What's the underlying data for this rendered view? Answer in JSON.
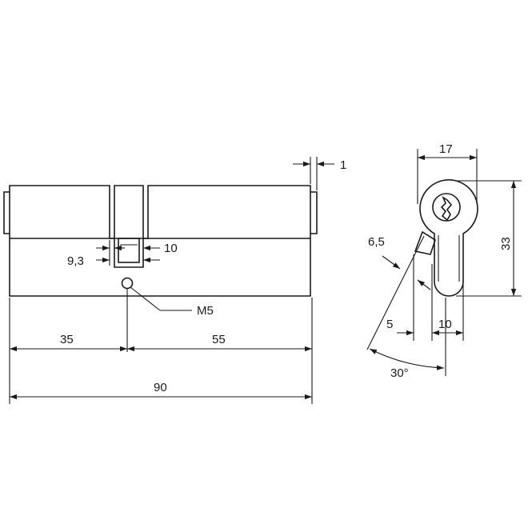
{
  "dimensions": {
    "d35": "35",
    "d55": "55",
    "d90": "90",
    "d9_3": "9,3",
    "d10_cam": "10",
    "d1": "1",
    "m5": "M5",
    "d17": "17",
    "d33": "33",
    "d6_5": "6,5",
    "d5": "5",
    "d10_end": "10",
    "angle": "30°"
  },
  "colors": {
    "ink": "#1a1a1a",
    "background": "#ffffff"
  }
}
